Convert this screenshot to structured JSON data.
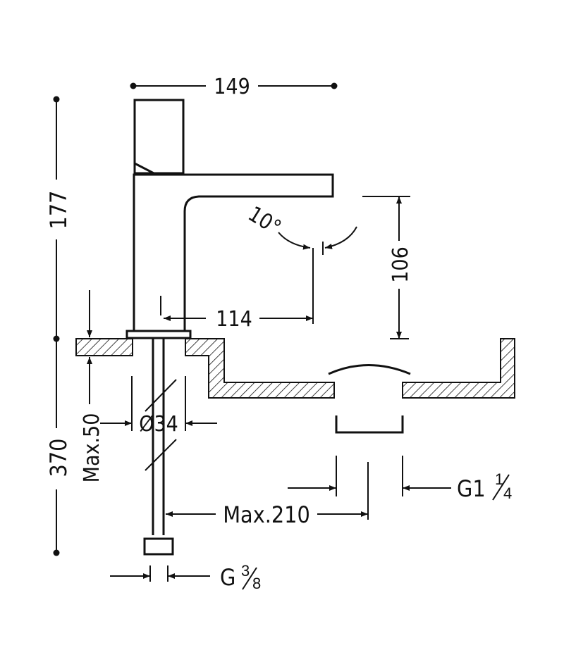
{
  "drawing": {
    "dimensions": {
      "width_total": "149",
      "height_top": "177",
      "height_bottom": "370",
      "spout_reach": "114",
      "spout_height": "106",
      "spout_angle": "10°",
      "deck_thickness": "Max.50",
      "hole_diameter": "Ø34",
      "flex_hose": "Max.210",
      "waste_thread_main": "G1",
      "waste_thread_frac_num": "1",
      "waste_thread_frac_den": "4",
      "hose_thread_main": "G",
      "hose_thread_frac_num": "3",
      "hose_thread_frac_den": "8"
    }
  }
}
